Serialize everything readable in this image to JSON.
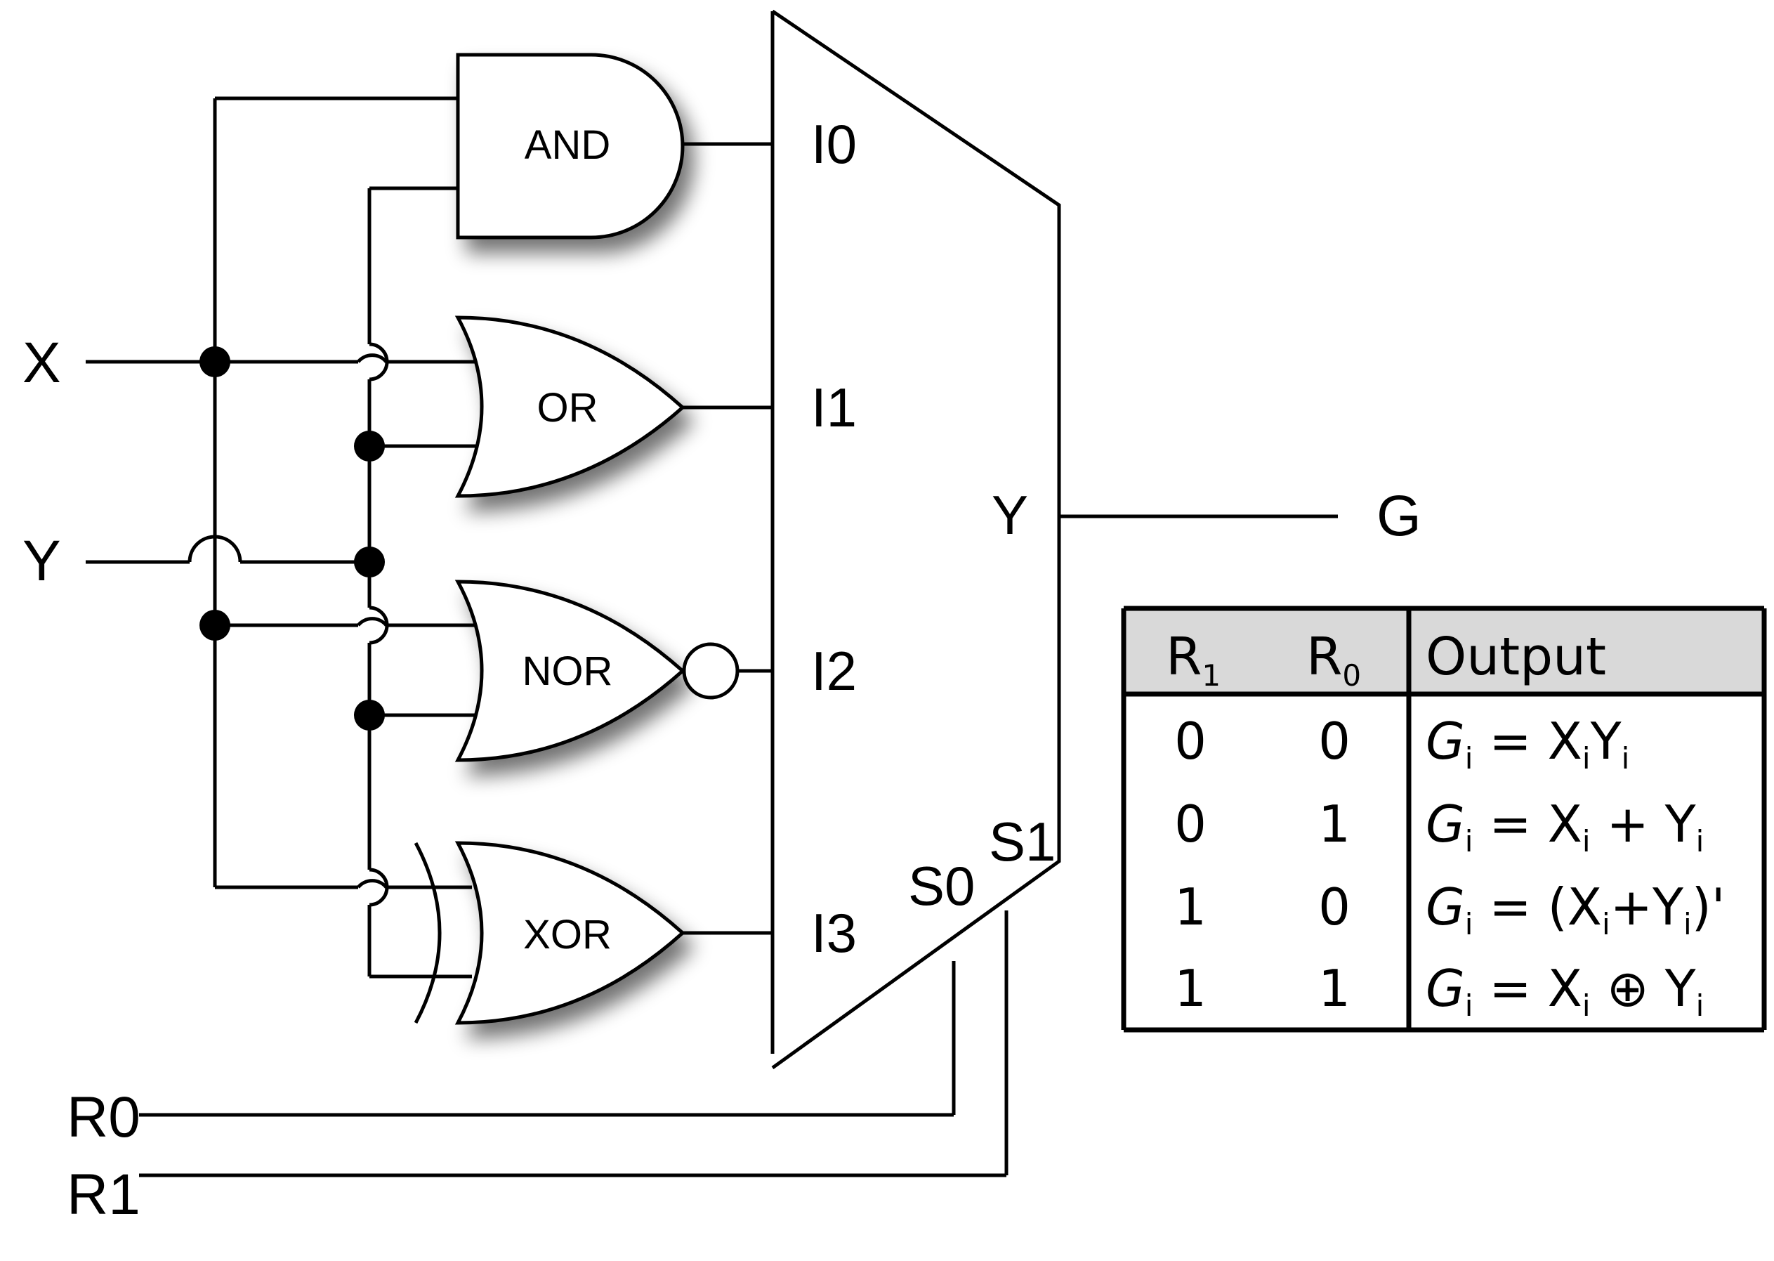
{
  "inputs": {
    "x": "X",
    "y": "Y",
    "r0": "R0",
    "r1": "R1"
  },
  "gates": {
    "and": "AND",
    "or": "OR",
    "nor": "NOR",
    "xor": "XOR"
  },
  "mux": {
    "inputs": [
      "I0",
      "I1",
      "I2",
      "I3"
    ],
    "output": "Y",
    "selects": [
      "S0",
      "S1"
    ]
  },
  "output": "G",
  "table": {
    "headers": {
      "r1_main": "R",
      "r1_sub": "1",
      "r0_main": "R",
      "r0_sub": "0",
      "output": "Output"
    },
    "rows": [
      {
        "r1": "0",
        "r0": "0",
        "g": "G",
        "gs": "i",
        "eq": " = X",
        "xs": "i",
        "y": "Y",
        "ys": "i",
        "tail": ""
      },
      {
        "r1": "0",
        "r0": "1",
        "g": "G",
        "gs": "i",
        "eq": " = X",
        "xs": "i",
        "y": " + Y",
        "ys": "i",
        "tail": ""
      },
      {
        "r1": "1",
        "r0": "0",
        "g": "G",
        "gs": "i",
        "eq": " = (X",
        "xs": "i",
        "y": "+Y",
        "ys": "i",
        "tail": ")'"
      },
      {
        "r1": "1",
        "r0": "1",
        "g": "G",
        "gs": "i",
        "eq": " = X",
        "xs": "i",
        "y": " ⊕ Y",
        "ys": "i",
        "tail": ""
      }
    ]
  },
  "colors": {
    "line": "#000000",
    "table_header_bg": "#d9d9d9",
    "shadow": "#9a9a9a"
  }
}
